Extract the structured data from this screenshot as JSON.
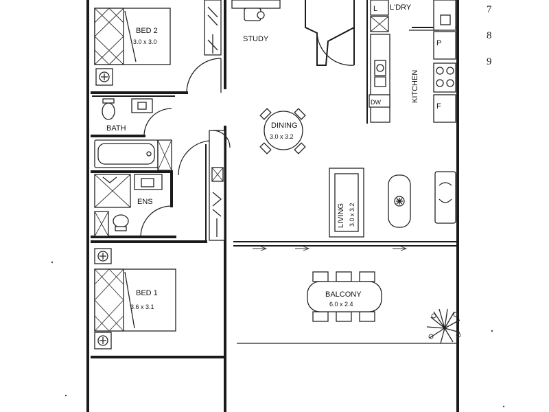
{
  "rooms": {
    "bed2": {
      "name": "BED 2",
      "dims": "3.0 x 3.0"
    },
    "study": {
      "name": "STUDY"
    },
    "laundry": {
      "name": "L'DRY",
      "code": "L"
    },
    "kitchen": {
      "name": "KITCHEN",
      "dw": "DW",
      "fridge": "P",
      "pantry": "F"
    },
    "bath": {
      "name": "BATH"
    },
    "dining": {
      "name": "DINING",
      "dims": "3.0 x 3.2"
    },
    "living": {
      "name": "LIVING",
      "dims": "3.0 x 3.2"
    },
    "ens": {
      "name": "ENS"
    },
    "bed1": {
      "name": "BED 1",
      "dims": "3.6 x 3.1"
    },
    "balcony": {
      "name": "BALCONY",
      "dims": "6.0 x 2.4"
    }
  },
  "margin_numbers": [
    "7",
    "8",
    "9"
  ]
}
